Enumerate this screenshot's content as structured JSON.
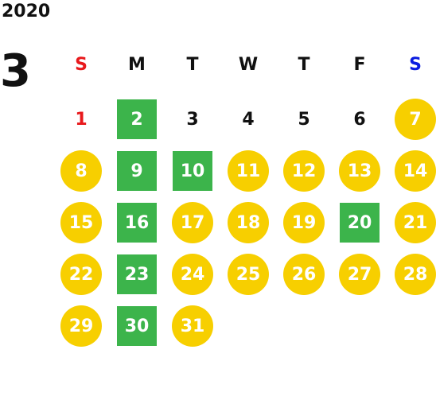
{
  "year": "2020",
  "month": "3",
  "weekdays": [
    "S",
    "M",
    "T",
    "W",
    "T",
    "F",
    "S"
  ],
  "days": [
    {
      "label": "1",
      "style": "sun"
    },
    {
      "label": "2",
      "style": "green"
    },
    {
      "label": "3",
      "style": "plain"
    },
    {
      "label": "4",
      "style": "plain"
    },
    {
      "label": "5",
      "style": "plain"
    },
    {
      "label": "6",
      "style": "plain"
    },
    {
      "label": "7",
      "style": "yellow"
    },
    {
      "label": "8",
      "style": "yellow"
    },
    {
      "label": "9",
      "style": "green"
    },
    {
      "label": "10",
      "style": "green"
    },
    {
      "label": "11",
      "style": "yellow"
    },
    {
      "label": "12",
      "style": "yellow"
    },
    {
      "label": "13",
      "style": "yellow"
    },
    {
      "label": "14",
      "style": "yellow"
    },
    {
      "label": "15",
      "style": "yellow"
    },
    {
      "label": "16",
      "style": "green"
    },
    {
      "label": "17",
      "style": "yellow"
    },
    {
      "label": "18",
      "style": "yellow"
    },
    {
      "label": "19",
      "style": "yellow"
    },
    {
      "label": "20",
      "style": "green"
    },
    {
      "label": "21",
      "style": "yellow"
    },
    {
      "label": "22",
      "style": "yellow"
    },
    {
      "label": "23",
      "style": "green"
    },
    {
      "label": "24",
      "style": "yellow"
    },
    {
      "label": "25",
      "style": "yellow"
    },
    {
      "label": "26",
      "style": "yellow"
    },
    {
      "label": "27",
      "style": "yellow"
    },
    {
      "label": "28",
      "style": "yellow"
    },
    {
      "label": "29",
      "style": "yellow"
    },
    {
      "label": "30",
      "style": "green"
    },
    {
      "label": "31",
      "style": "yellow"
    }
  ],
  "colors": {
    "green": "#3cb44b",
    "yellow": "#f7cf00",
    "sunday": "#e8191c",
    "saturday": "#0a1ce0"
  }
}
